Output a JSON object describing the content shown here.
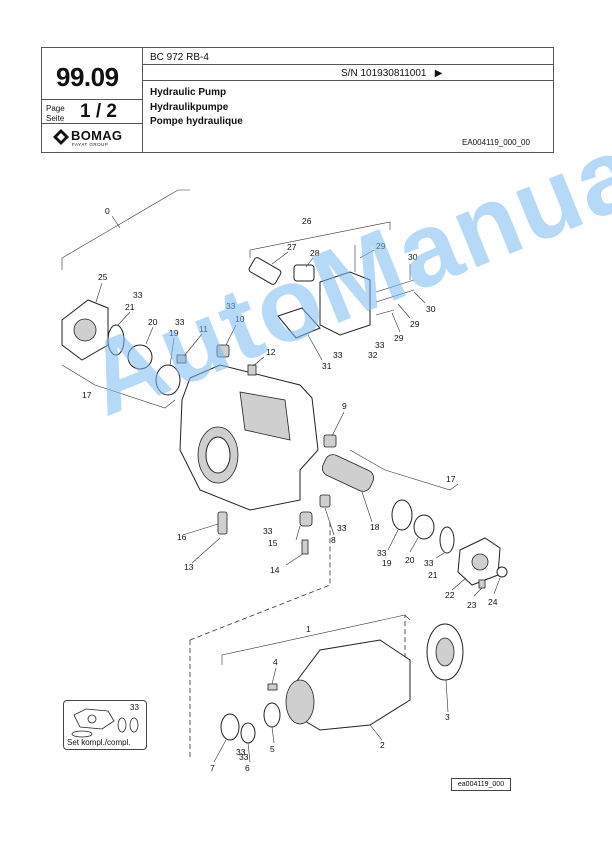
{
  "header": {
    "page_number": "99.09",
    "page_label_1": "Page",
    "page_label_2": "Seite",
    "page_fraction": "1 / 2",
    "model": "BC 972 RB-4",
    "serial": "S/N 101930811001",
    "serial_arrow": "▶",
    "titles": {
      "en": "Hydraulic Pump",
      "de": "Hydraulikpumpe",
      "fr": "Pompe hydraulique"
    },
    "doc_code": "EA004119_000_00",
    "logo": {
      "name": "BOMAG",
      "sub": "FAYAT GROUP"
    }
  },
  "diagram": {
    "callouts": [
      "0",
      "26",
      "27",
      "28",
      "29",
      "30",
      "25",
      "33",
      "21",
      "20",
      "33",
      "19",
      "11",
      "33",
      "10",
      "12",
      "30",
      "29",
      "29",
      "33",
      "32",
      "31",
      "33",
      "17",
      "9",
      "17",
      "16",
      "33",
      "15",
      "33",
      "8",
      "18",
      "33",
      "19",
      "20",
      "33",
      "21",
      "22",
      "23",
      "24",
      "13",
      "14",
      "1",
      "4",
      "33",
      "3",
      "2",
      "7",
      "33",
      "6",
      "5"
    ],
    "set_box": {
      "number": "33",
      "label": "Set kompl./compl."
    },
    "drawing_code": "ea004119_000"
  },
  "watermark": "AutoManual"
}
